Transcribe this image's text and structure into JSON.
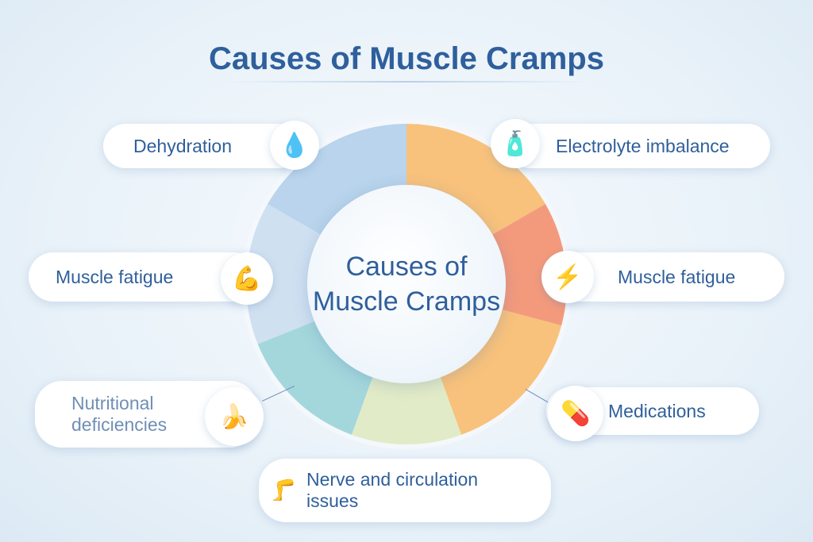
{
  "title": "Causes of Muscle Cramps",
  "center": {
    "line1": "Causes of",
    "line2": "Muscle Cramps"
  },
  "causes": [
    {
      "label": "Dehydration",
      "icon": "water-drop-icon"
    },
    {
      "label": "Electrolyte imbalance",
      "icon": "supplement-bottles-icon"
    },
    {
      "label": "Muscle fatigue",
      "icon": "tired-muscle-icon"
    },
    {
      "label": "Muscle fatigue",
      "icon": "muscle-strain-icon"
    },
    {
      "label": "Nutritional deficiencies",
      "line1": "Nutritional",
      "line2": "deficiencies",
      "icon": "bananas-icon"
    },
    {
      "label": "Medications",
      "icon": "pill-capsules-icon"
    },
    {
      "label": "Nerve and circulation issues",
      "line1": "Nerve and circulation",
      "line2": "issues",
      "icon": "nerve-leg-icon"
    }
  ],
  "colors": {
    "title": "#2f5f9c",
    "blue": "#b9d4ec",
    "orange": "#f8c27c",
    "salmon": "#f49a7c",
    "teal": "#a3d7dc",
    "yellowgreen": "#e2ebc7"
  }
}
